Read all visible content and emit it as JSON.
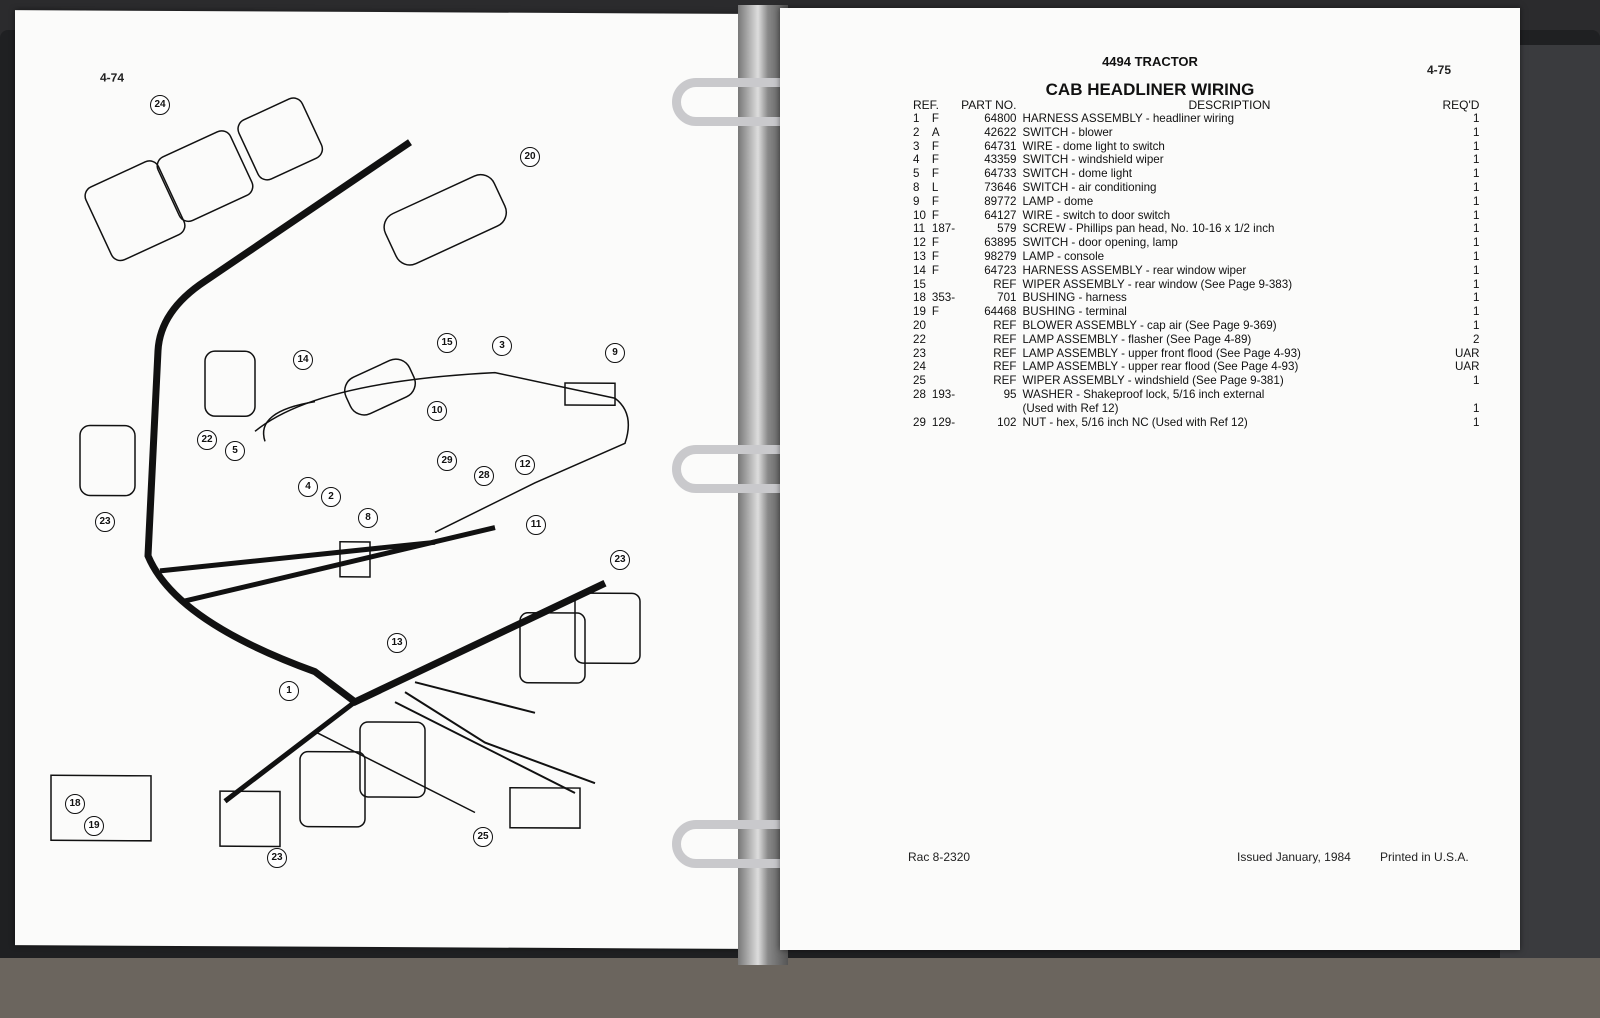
{
  "left_page": {
    "page_number": "4-74",
    "callouts": [
      "24",
      "20",
      "15",
      "14",
      "3",
      "9",
      "10",
      "22",
      "5",
      "29",
      "28",
      "12",
      "4",
      "2",
      "8",
      "11",
      "23",
      "23",
      "13",
      "1",
      "18",
      "19",
      "25",
      "23"
    ]
  },
  "right_page": {
    "model": "4494 TRACTOR",
    "page_number": "4-75",
    "title": "CAB HEADLINER WIRING",
    "columns": {
      "ref": "REF.",
      "part": "PART NO.",
      "desc": "DESCRIPTION",
      "qty": "REQ'D"
    },
    "rows": [
      {
        "ref": "1",
        "prefix": "F",
        "part": "64800",
        "desc": "HARNESS ASSEMBLY - headliner wiring",
        "qty": "1"
      },
      {
        "ref": "2",
        "prefix": "A",
        "part": "42622",
        "desc": "SWITCH - blower",
        "qty": "1"
      },
      {
        "ref": "3",
        "prefix": "F",
        "part": "64731",
        "desc": "WIRE - dome light to switch",
        "qty": "1"
      },
      {
        "ref": "4",
        "prefix": "F",
        "part": "43359",
        "desc": "SWITCH - windshield wiper",
        "qty": "1"
      },
      {
        "ref": "5",
        "prefix": "F",
        "part": "64733",
        "desc": "SWITCH - dome light",
        "qty": "1"
      },
      {
        "ref": "8",
        "prefix": "L",
        "part": "73646",
        "desc": "SWITCH - air conditioning",
        "qty": "1"
      },
      {
        "ref": "9",
        "prefix": "F",
        "part": "89772",
        "desc": "LAMP - dome",
        "qty": "1"
      },
      {
        "ref": "10",
        "prefix": "F",
        "part": "64127",
        "desc": "WIRE - switch to door switch",
        "qty": "1"
      },
      {
        "ref": "11",
        "prefix": "187-",
        "part": "579",
        "desc": "SCREW - Phillips pan head, No. 10-16 x 1/2 inch",
        "qty": "1"
      },
      {
        "ref": "12",
        "prefix": "F",
        "part": "63895",
        "desc": "SWITCH - door opening, lamp",
        "qty": "1"
      },
      {
        "ref": "13",
        "prefix": "F",
        "part": "98279",
        "desc": "LAMP - console",
        "qty": "1"
      },
      {
        "ref": "14",
        "prefix": "F",
        "part": "64723",
        "desc": "HARNESS ASSEMBLY - rear window wiper",
        "qty": "1"
      },
      {
        "ref": "15",
        "prefix": "",
        "part": "REF",
        "desc": "WIPER ASSEMBLY - rear window (See Page 9-383)",
        "qty": "1"
      },
      {
        "ref": "18",
        "prefix": "353-",
        "part": "701",
        "desc": "BUSHING - harness",
        "qty": "1"
      },
      {
        "ref": "19",
        "prefix": "F",
        "part": "64468",
        "desc": "BUSHING - terminal",
        "qty": "1"
      },
      {
        "ref": "20",
        "prefix": "",
        "part": "REF",
        "desc": "BLOWER ASSEMBLY - cap air (See Page 9-369)",
        "qty": "1"
      },
      {
        "ref": "22",
        "prefix": "",
        "part": "REF",
        "desc": "LAMP ASSEMBLY - flasher (See Page 4-89)",
        "qty": "2"
      },
      {
        "ref": "23",
        "prefix": "",
        "part": "REF",
        "desc": "LAMP ASSEMBLY - upper front flood (See Page 4-93)",
        "qty": "UAR"
      },
      {
        "ref": "24",
        "prefix": "",
        "part": "REF",
        "desc": "LAMP ASSEMBLY - upper rear flood (See Page 4-93)",
        "qty": "UAR"
      },
      {
        "ref": "25",
        "prefix": "",
        "part": "REF",
        "desc": "WIPER ASSEMBLY - windshield (See Page 9-381)",
        "qty": "1"
      },
      {
        "ref": "28",
        "prefix": "193-",
        "part": "95",
        "desc": "WASHER - Shakeproof lock, 5/16 inch external",
        "qty": ""
      },
      {
        "ref": "",
        "prefix": "",
        "part": "",
        "desc": "(Used with Ref 12)",
        "qty": "1"
      },
      {
        "ref": "29",
        "prefix": "129-",
        "part": "102",
        "desc": "NUT - hex, 5/16 inch NC (Used with Ref 12)",
        "qty": "1"
      }
    ],
    "footer": {
      "code": "Rac 8-2320",
      "issued": "Issued January, 1984",
      "printed": "Printed in U.S.A."
    }
  }
}
